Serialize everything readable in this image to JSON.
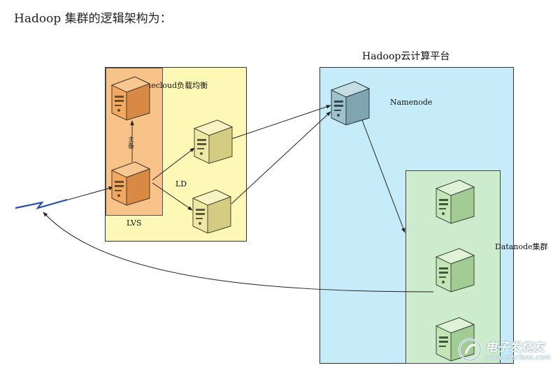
{
  "title": "Hadoop 集群的逻辑架构为：",
  "groups": {
    "load_balancer": "Ninecloud负载均衡",
    "lvs": "LVS",
    "ld": "LD",
    "cloud": "Hadoop云计算平台",
    "namenode": "Namenode",
    "datanode_cluster": "Datanode集群"
  },
  "connector_label": "主备",
  "watermark": {
    "name": "电子发烧友",
    "url": "www.elecfans.com"
  },
  "colors": {
    "lb_area": "#fdf8b6",
    "lvs_area": "#f7c389",
    "cloud_area": "#c5ecf8",
    "datanode_area": "#cdebcd",
    "server_orange": "#f3a860",
    "server_yellow": "#efe8a2",
    "server_blue": "#9fc3cc",
    "server_green": "#c4e6b6"
  },
  "icons": {
    "server": "server-icon",
    "client": "lightning-icon"
  }
}
